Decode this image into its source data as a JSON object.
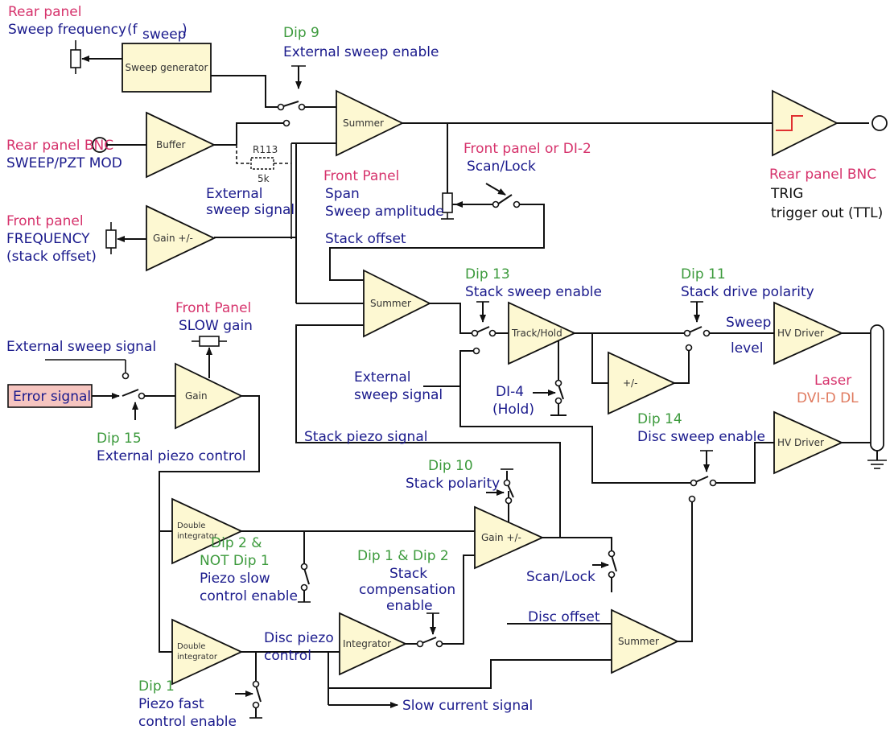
{
  "colors": {
    "block_fill": "#fdf8d2",
    "error_signal_fill": "#f6c5c0",
    "rear_front_panel": "#d6336c",
    "signal_labels": "#1a1a8c",
    "dip_labels": "#3c9a3c",
    "laser_model": "#e07a5f"
  },
  "labels": {
    "rear_panel_1": "Rear panel",
    "sweep_frequency": "Sweep frequency",
    "fsweep_f": "(f",
    "fsweep_sub": "sweep",
    "fsweep_close": ")",
    "rear_panel_bnc_1": "Rear panel BNC",
    "sweep_pzt_mod": "SWEEP/PZT MOD",
    "external_sweep_signal_a1": "External",
    "external_sweep_signal_a2": "sweep signal",
    "r113": "R113",
    "r113_value": "5k",
    "front_panel_freq": "Front panel",
    "frequency": "FREQUENCY",
    "stack_offset_paren": "(stack offset)",
    "dip9": "Dip 9",
    "external_sweep_enable": "External sweep enable",
    "front_panel_span": "Front Panel",
    "span": "Span",
    "sweep_amplitude": "Sweep amplitude",
    "front_panel_or_di2": "Front panel or DI-2",
    "scan_lock_top": "Scan/Lock",
    "rear_panel_bnc_2": "Rear panel BNC",
    "trig": "TRIG",
    "trigger_out": "trigger out (TTL)",
    "stack_offset": "Stack offset",
    "dip13": "Dip 13",
    "stack_sweep_enable": "Stack sweep enable",
    "dip11": "Dip 11",
    "stack_drive_polarity": "Stack drive polarity",
    "sweep_level_1": "Sweep",
    "sweep_level_2": "level",
    "front_panel_slow": "Front Panel",
    "slow_gain": "SLOW gain",
    "external_sweep_signal_b": "External sweep signal",
    "error_signal": "Error signal",
    "dip15": "Dip 15",
    "external_piezo_control": "External piezo control",
    "external_sweep_signal_c1": "External",
    "external_sweep_signal_c2": "sweep signal",
    "di4": "DI-4",
    "hold": "(Hold)",
    "laser": "Laser",
    "laser_model": "DVI-D DL",
    "dip14": "Dip 14",
    "disc_sweep_enable": "Disc sweep enable",
    "stack_piezo_signal": "Stack piezo  signal",
    "dip10": "Dip 10",
    "stack_polarity": "Stack polarity",
    "dip2_and": "Dip 2 &",
    "not_dip1": "NOT Dip 1",
    "piezo_slow_1": "Piezo slow",
    "piezo_slow_2": "control enable",
    "dip1_dip2": "Dip 1 & Dip 2",
    "stack_comp_1": "Stack",
    "stack_comp_2": "compensation",
    "stack_comp_3": "enable",
    "scan_lock_bottom": "Scan/Lock",
    "disc_offset": "Disc offset",
    "disc_piezo_1": "Disc piezo",
    "disc_piezo_2": "control",
    "dip1": "Dip 1",
    "piezo_fast_1": "Piezo fast",
    "piezo_fast_2": "control enable",
    "slow_current_signal": "Slow current signal"
  },
  "blocks": {
    "sweep_generator": "Sweep generator",
    "buffer": "Buffer",
    "gain_pm_top": "Gain +/-",
    "summer_top": "Summer",
    "summer_mid": "Summer",
    "track_hold": "Track/Hold",
    "plus_minus": "+/-",
    "hv_driver_1": "HV Driver",
    "hv_driver_2": "HV Driver",
    "gain_slow": "Gain",
    "double_integrator_1a": "Double",
    "double_integrator_1b": "integrator",
    "double_integrator_2a": "Double",
    "double_integrator_2b": "integrator",
    "gain_pm_bottom": "Gain +/-",
    "integrator": "Integrator",
    "summer_bottom": "Summer"
  }
}
